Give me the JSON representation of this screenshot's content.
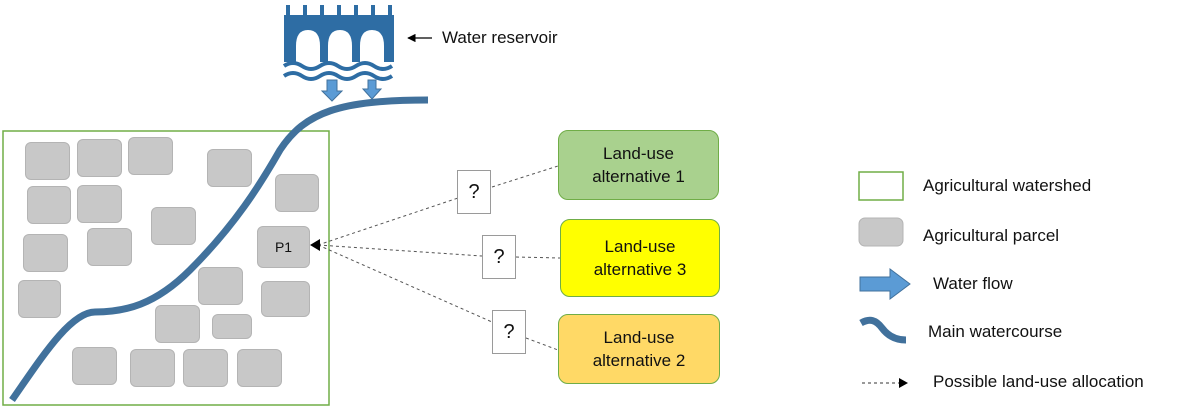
{
  "reservoir": {
    "label": "Water reservoir",
    "icon": "dam-icon"
  },
  "watershed": {
    "parcel_label": "P1"
  },
  "alternatives": [
    {
      "label_line1": "Land-use",
      "label_line2": "alternative 1",
      "fill": "#a9d18e",
      "border": "#70ad47"
    },
    {
      "label_line1": "Land-use",
      "label_line2": "alternative 3",
      "fill": "#ffff00",
      "border": "#70ad47"
    },
    {
      "label_line1": "Land-use",
      "label_line2": "alternative 2",
      "fill": "#ffd966",
      "border": "#70ad47"
    }
  ],
  "question_mark": "?",
  "legend": {
    "watershed": "Agricultural watershed",
    "parcel": "Agricultural parcel",
    "water_flow": "Water flow",
    "watercourse": "Main watercourse",
    "allocation": "Possible land-use allocation"
  },
  "colors": {
    "watershed_border": "#70ad47",
    "parcel_fill": "#c8c8c8",
    "water_flow": "#5b9bd5",
    "watercourse": "#41719c",
    "reservoir": "#2e6da4"
  }
}
